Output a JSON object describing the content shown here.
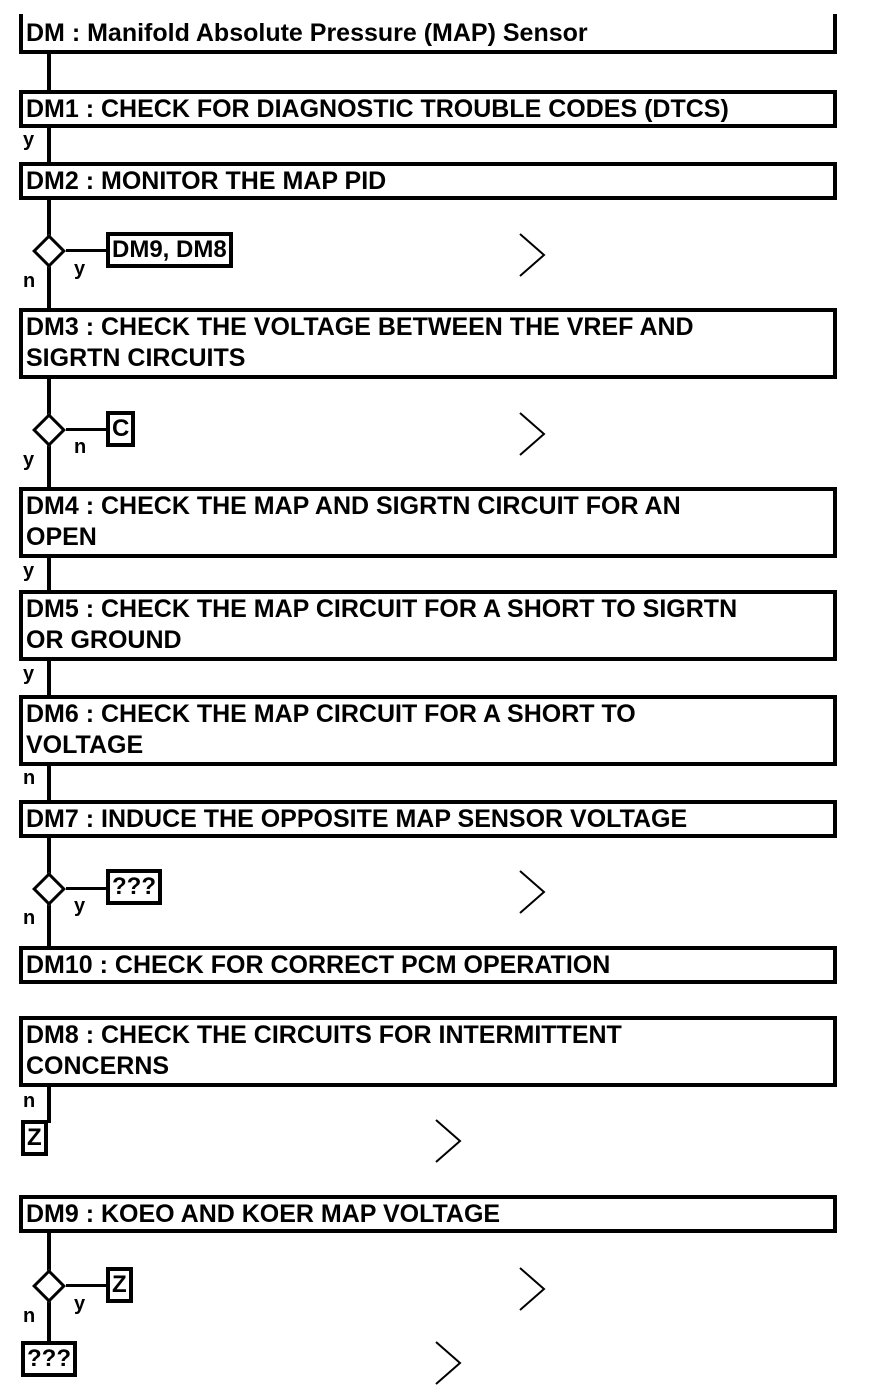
{
  "title": "DM : Manifold Absolute Pressure (MAP) Sensor",
  "steps": {
    "dm1": "DM1 : CHECK FOR DIAGNOSTIC TROUBLE CODES (DTCS)",
    "dm2": "DM2 : MONITOR THE MAP PID",
    "dm3_line1": "DM3 : CHECK THE VOLTAGE BETWEEN THE VREF AND",
    "dm3_line2": "SIGRTN CIRCUITS",
    "dm4_line1": "DM4 : CHECK THE MAP AND SIGRTN CIRCUIT FOR AN",
    "dm4_line2": "OPEN",
    "dm5_line1": "DM5 : CHECK THE MAP CIRCUIT FOR A SHORT TO SIGRTN",
    "dm5_line2": "OR GROUND",
    "dm6_line1": "DM6 : CHECK THE MAP CIRCUIT FOR A SHORT TO",
    "dm6_line2": "VOLTAGE",
    "dm7": "DM7 : INDUCE THE OPPOSITE MAP SENSOR VOLTAGE",
    "dm10": "DM10 : CHECK FOR CORRECT PCM OPERATION",
    "dm8_line1": "DM8 : CHECK THE CIRCUITS FOR INTERMITTENT",
    "dm8_line2": "CONCERNS",
    "dm9": "DM9 : KOEO AND KOER MAP VOLTAGE"
  },
  "branch_targets": {
    "after_dm2": "DM9, DM8",
    "after_dm3": "C",
    "after_dm7": "???",
    "after_dm8": "Z",
    "after_dm9_yes": "Z",
    "after_dm9_no": "???"
  },
  "labels": {
    "yes": "y",
    "no": "n"
  }
}
